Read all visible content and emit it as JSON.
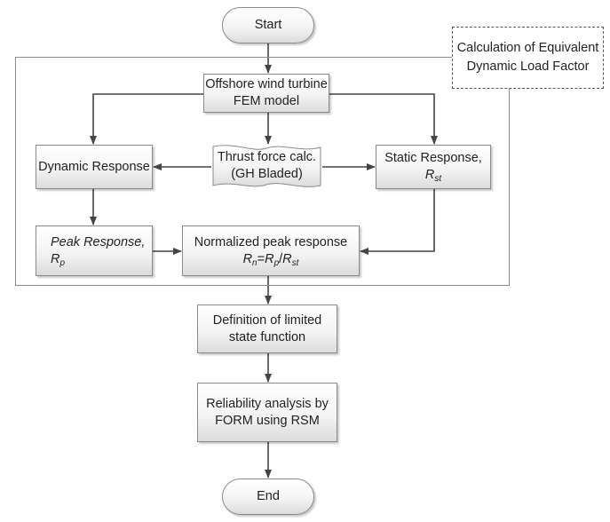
{
  "annotation": {
    "lines": [
      "Calculation of Equivalent",
      "Dynamic Load Factor"
    ]
  },
  "nodes": {
    "start": {
      "label": "Start"
    },
    "fem_model": {
      "lines": [
        "Offshore wind turbine",
        "FEM model"
      ]
    },
    "dynamic_response": {
      "label": "Dynamic Response"
    },
    "thrust": {
      "lines": [
        "Thrust force calc.",
        "(GH Bladed)"
      ]
    },
    "static_response": {
      "line1": "Static Response,",
      "sym": "R",
      "sub": "st"
    },
    "peak_response": {
      "line1": "Peak Response,",
      "sym": "R",
      "sub": "p"
    },
    "normalized": {
      "line1": "Normalized peak response",
      "sym1": "R",
      "sub1": "n",
      "eq": "=",
      "sym2": "R",
      "sub2": "p",
      "slash": "/",
      "sym3": "R",
      "sub3": "st"
    },
    "limit_state": {
      "lines": [
        "Definition of limited",
        "state function"
      ]
    },
    "reliability": {
      "lines": [
        "Reliability analysis by",
        "FORM using RSM"
      ]
    },
    "end": {
      "label": "End"
    }
  },
  "colors": {
    "line": "#444444",
    "border": "#8a8a8a",
    "frame": "#8c8c8c"
  }
}
